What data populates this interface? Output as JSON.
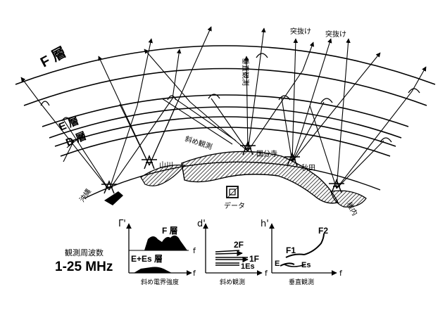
{
  "layers": {
    "F": "F 層",
    "E": "E 層",
    "D": "D 層"
  },
  "stations": {
    "okinawa": "沖縄",
    "yamakawa": "山川",
    "kokubunji": "国分寺",
    "akita": "秋田",
    "wakkanai": "稚内"
  },
  "annotations": {
    "oblique_obs": "斜め観測",
    "vertical_obs": "垂直観測",
    "penetration_1": "突抜け",
    "penetration_2": "突抜け",
    "data": "データ"
  },
  "frequency": {
    "label": "観測周波数",
    "range": "1-25 MHz"
  },
  "panels": {
    "field_strength": {
      "y_axis": "Γ'",
      "x_axis": "f",
      "upper": "F 層",
      "lower": "E+Es 層",
      "caption": "斜め電界強度"
    },
    "oblique": {
      "y_axis": "d'",
      "x_axis": "f",
      "mode_2f": "2F",
      "mode_1f": "1F",
      "mode_es": "1Es",
      "caption": "斜め観測"
    },
    "vertical": {
      "y_axis": "h'",
      "x_axis": "f",
      "f1": "F1",
      "f2": "F2",
      "e": "E",
      "es": "Es",
      "caption": "垂直観測"
    }
  }
}
